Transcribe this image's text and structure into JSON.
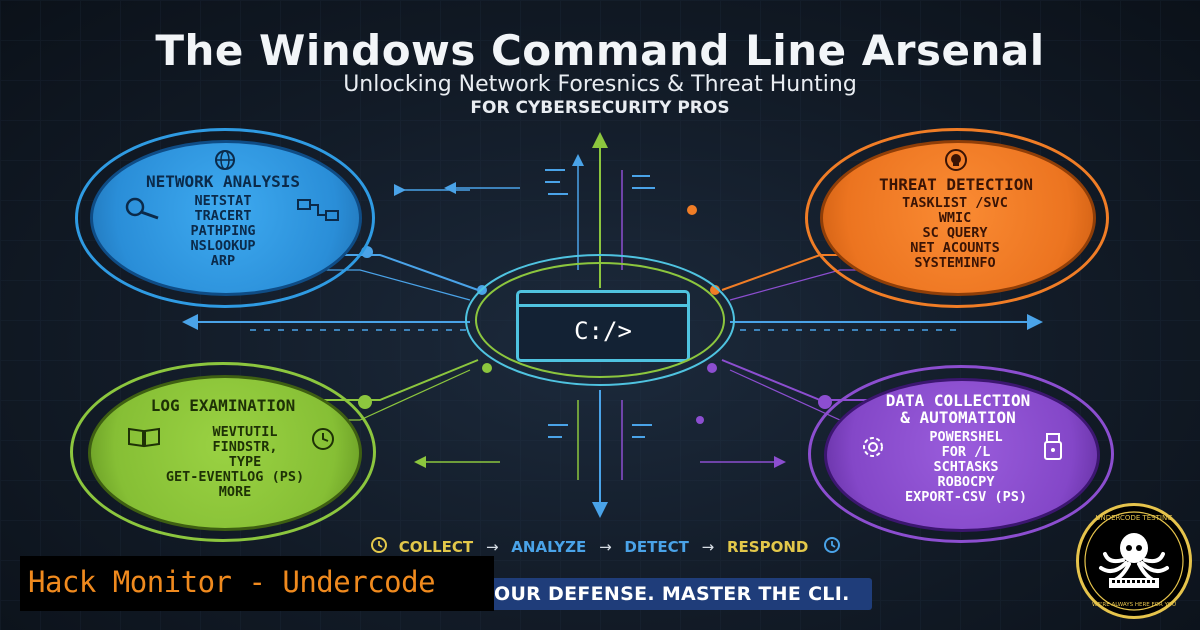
{
  "title": "The Windows Command Line Arsenal",
  "subtitle": "Unlocking Network Foresnics & Threat Hunting",
  "tagline": "FOR CYBERSECURITY PROS",
  "center": {
    "prompt": "C:/>"
  },
  "panels": {
    "network": {
      "title": "NETWORK ANALYSIS",
      "commands": [
        "NETSTAT",
        "TRACERT",
        "PATHPING",
        "NSLOOKUP",
        "ARP"
      ],
      "color": "#2f9be3",
      "icons": [
        "globe-icon",
        "magnifier-icon",
        "network-icon"
      ]
    },
    "threat": {
      "title": "THREAT DETECTION",
      "commands": [
        "TASKLIST /SVC",
        "WMIC",
        "SC QUERY",
        "NET ACOUNTS",
        "SYSTEMINFO"
      ],
      "color": "#f07d26",
      "icons": [
        "skull-icon"
      ]
    },
    "logs": {
      "title": "LOG EXAMINATION",
      "commands": [
        "WEVTUTIL",
        "FINDSTR,",
        "TYPE",
        "GET-EVENTLOG (PS)",
        "MORE"
      ],
      "color": "#8cc63e",
      "icons": [
        "book-icon",
        "clock-icon"
      ]
    },
    "data": {
      "title_lines": [
        "DATA COLLECTION",
        "& AUTOMATION"
      ],
      "commands": [
        "POWERSHEL",
        "FOR /L",
        "SCHTASKS",
        "ROBOCPY",
        "EXPORT-CSV (PS)"
      ],
      "color": "#8c4ed0",
      "icons": [
        "gear-icon",
        "usb-icon"
      ]
    }
  },
  "workflow": {
    "steps": [
      "COLLECT",
      "ANALYZE",
      "DETECT",
      "RESPOND"
    ],
    "arrow": "→",
    "icons": [
      "clock-icon",
      "clock-icon"
    ]
  },
  "banner": "OUR DEFENSE. MASTER THE CLI.",
  "watermark": "Hack Monitor - Undercode",
  "logo": {
    "top_text": "UNDERCODE TESTING",
    "bottom_text": "WE'RE ALWAYS HERE FOR YOU"
  }
}
